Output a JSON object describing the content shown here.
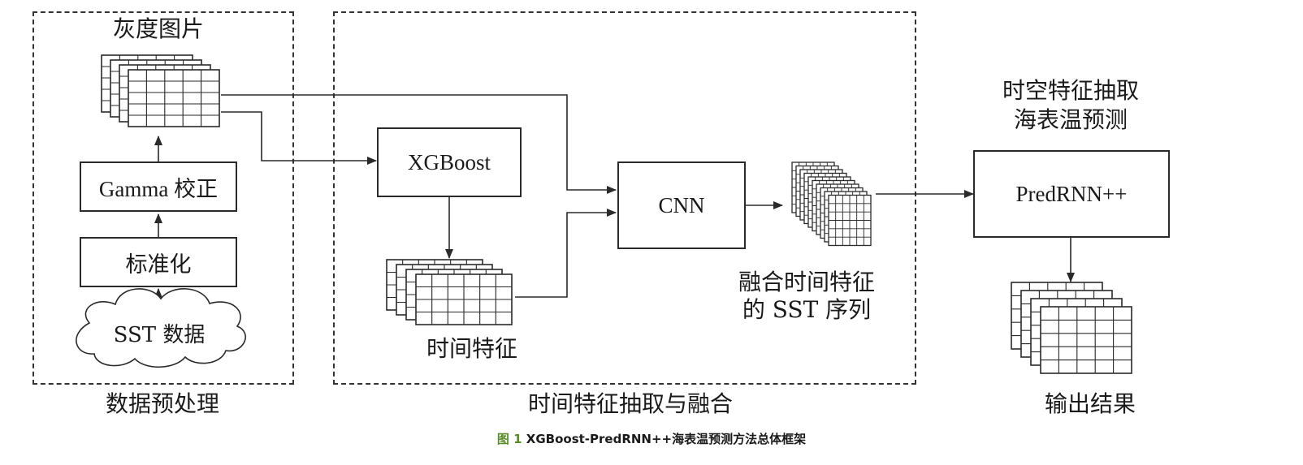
{
  "preprocess": {
    "group_label": "数据预处理",
    "gray_image_label": "灰度图片",
    "gamma_box": "Gamma 校正",
    "standardize_box": "标准化",
    "sst_data": "SST 数据"
  },
  "fusion": {
    "group_label": "时间特征抽取与融合",
    "xgboost_box": "XGBoost",
    "time_feature_label": "时间特征",
    "cnn_box": "CNN",
    "fused_label_line1": "融合时间特征",
    "fused_label_line2": "的 SST 序列"
  },
  "predict": {
    "title_line1": "时空特征抽取",
    "title_line2": "海表温预测",
    "predrnn_box": "PredRNN++",
    "output_label": "输出结果"
  },
  "caption": {
    "number": "图 1",
    "text": "XGBoost-PredRNN++海表温预测方法总体框架"
  },
  "colors": {
    "stroke": "#2a2a2a",
    "caption_number": "#5a8a2a"
  }
}
